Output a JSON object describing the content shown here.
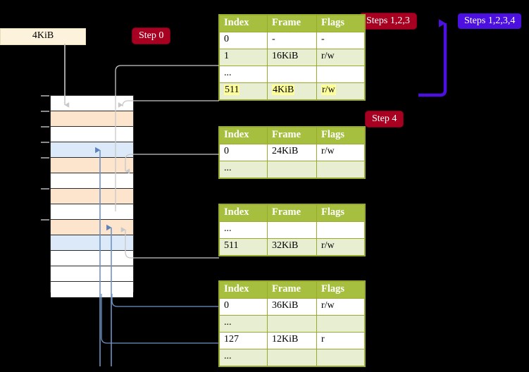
{
  "labels": {
    "step0": "Step 0",
    "step123": "Steps 1,2,3",
    "step1234": "Steps 1,2,3,4",
    "step4": "Step 4",
    "frame_size": "4KiB"
  },
  "colors": {
    "step_red": "#a80021",
    "step_violet": "#4c10e0",
    "table_header": "#a6bf3f",
    "table_border": "#9aaa2f",
    "row_even": "#e8eed2",
    "row_odd": "#ffffff",
    "highlight": "#ffff99",
    "mem_orange": "#fde4cd",
    "mem_blue": "#dce9f8",
    "kib_box": "#fdf3dd",
    "connector_gray": "#b9b9b9",
    "connector_blue": "#7090c0",
    "arrow_blue": "#4c10e0",
    "background": "#000000"
  },
  "table_columns": [
    "Index",
    "Frame",
    "Flags"
  ],
  "tables": [
    {
      "id": "pml4",
      "rows": [
        {
          "index": "0",
          "frame": "-",
          "flags": "-",
          "highlight": false
        },
        {
          "index": "1",
          "frame": "16KiB",
          "flags": "r/w",
          "highlight": false
        },
        {
          "index": "...",
          "frame": "",
          "flags": "",
          "highlight": false
        },
        {
          "index": "511",
          "frame": "4KiB",
          "flags": "r/w",
          "highlight": true
        }
      ]
    },
    {
      "id": "pdpt",
      "rows": [
        {
          "index": "0",
          "frame": "24KiB",
          "flags": "r/w",
          "highlight": false
        },
        {
          "index": "...",
          "frame": "",
          "flags": "",
          "highlight": false
        }
      ]
    },
    {
      "id": "pd",
      "rows": [
        {
          "index": "...",
          "frame": "",
          "flags": "",
          "highlight": false
        },
        {
          "index": "511",
          "frame": "32KiB",
          "flags": "r/w",
          "highlight": false
        }
      ]
    },
    {
      "id": "pt",
      "rows": [
        {
          "index": "0",
          "frame": "36KiB",
          "flags": "r/w",
          "highlight": false
        },
        {
          "index": "...",
          "frame": "",
          "flags": "",
          "highlight": false
        },
        {
          "index": "127",
          "frame": "12KiB",
          "flags": "r",
          "highlight": false
        },
        {
          "index": "...",
          "frame": "",
          "flags": "",
          "highlight": false
        }
      ]
    }
  ],
  "memory_rows": [
    {
      "fill": "white"
    },
    {
      "fill": "orange"
    },
    {
      "fill": "white"
    },
    {
      "fill": "blue"
    },
    {
      "fill": "orange"
    },
    {
      "fill": "white"
    },
    {
      "fill": "orange"
    },
    {
      "fill": "white"
    },
    {
      "fill": "orange"
    },
    {
      "fill": "blue"
    },
    {
      "fill": "white"
    },
    {
      "fill": "white"
    },
    {
      "fill": "white"
    }
  ]
}
